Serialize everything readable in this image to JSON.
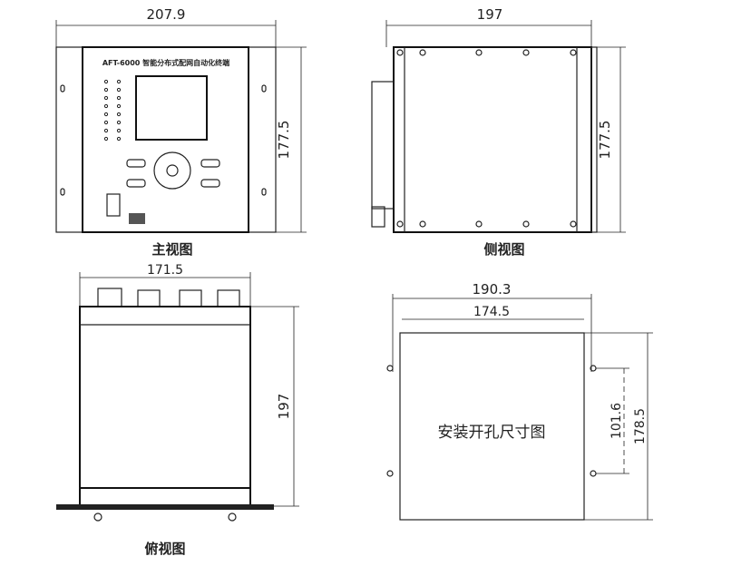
{
  "front_view": {
    "label": "主视图",
    "width_dim": "207.9",
    "height_dim": "177.5",
    "product_title": "AFT-6000 智能分布式配网自动化终端"
  },
  "side_view": {
    "label": "侧视图",
    "width_dim": "197",
    "height_dim": "177.5"
  },
  "top_view": {
    "label": "俯视图",
    "width_dim": "171.5",
    "depth_dim": "197"
  },
  "cutout_view": {
    "label": "安装开孔尺寸图",
    "outer_width_dim": "190.3",
    "inner_width_dim": "174.5",
    "hole_spacing_dim": "101.6",
    "height_dim": "178.5"
  }
}
